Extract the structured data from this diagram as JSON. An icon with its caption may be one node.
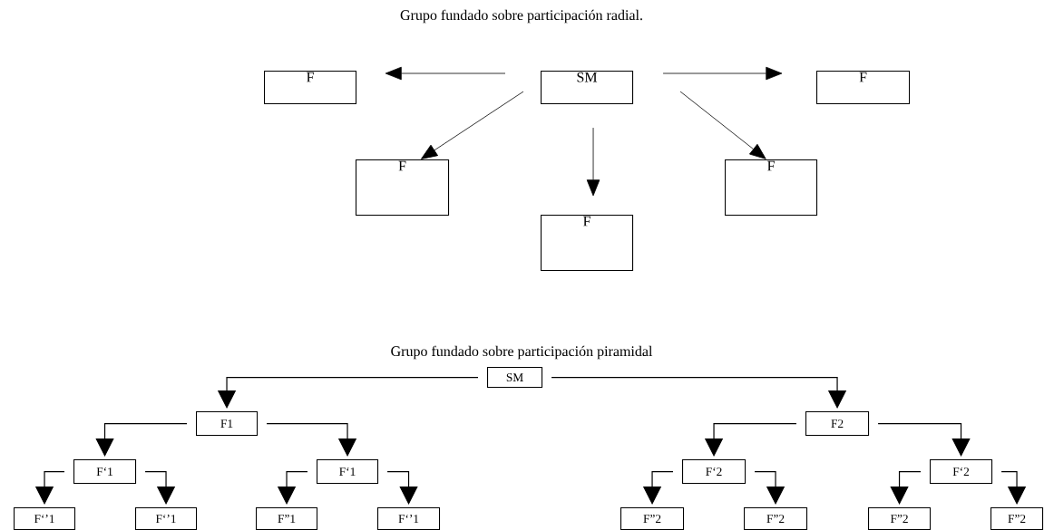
{
  "diagram": {
    "title": "Grupo fundado sobre participación radial.",
    "nodes": [
      {
        "text": [
          "F"
        ]
      },
      {
        "text": [
          "SM"
        ]
      },
      {
        "text": [
          "F"
        ]
      },
      {
        "text": [
          "F"
        ]
      },
      {
        "text": [
          "F"
        ]
      },
      {
        "text": [
          "F"
        ]
      },
      {
        "text": [
          "SM"
        ]
      },
      {
        "text": [
          "F1"
        ]
      },
      {
        "text": [
          "F2"
        ]
      },
      {
        "text": [
          "F‘1"
        ]
      },
      {
        "text": [
          "F‘1"
        ]
      },
      {
        "text": [
          "F‘2"
        ]
      },
      {
        "text": [
          "F‘2"
        ]
      },
      {
        "text": [
          "F‘’1"
        ]
      },
      {
        "text": [
          "F‘’1"
        ]
      },
      {
        "text": [
          "F”1"
        ]
      },
      {
        "text": [
          "F‘’1"
        ]
      },
      {
        "text": [
          "F”2"
        ]
      },
      {
        "text": [
          "F”2"
        ]
      },
      {
        "text": [
          "F”2"
        ]
      },
      {
        "text": [
          "F”2"
        ]
      }
    ],
    "edges": [
      {
        "from": 1,
        "to": 0,
        "arrow": "to"
      },
      {
        "from": 1,
        "to": 2,
        "arrow": "to"
      },
      {
        "from": 1,
        "to": 3,
        "arrow": "to"
      },
      {
        "from": 1,
        "to": 5,
        "arrow": "to"
      },
      {
        "from": 1,
        "to": 4,
        "arrow": "to"
      },
      {
        "from": 6,
        "to": 7,
        "arrow": "to"
      },
      {
        "from": 6,
        "to": 8,
        "arrow": "to"
      },
      {
        "from": 7,
        "to": 9,
        "arrow": "to"
      },
      {
        "from": 7,
        "to": 10,
        "arrow": "to"
      },
      {
        "from": 8,
        "to": 11,
        "arrow": "to"
      },
      {
        "from": 8,
        "to": 12,
        "arrow": "to"
      },
      {
        "from": 9,
        "to": 13,
        "arrow": "to"
      },
      {
        "from": 9,
        "to": 14,
        "arrow": "to"
      },
      {
        "from": 10,
        "to": 15,
        "arrow": "to"
      },
      {
        "from": 10,
        "to": 16,
        "arrow": "to"
      },
      {
        "from": 11,
        "to": 17,
        "arrow": "to"
      },
      {
        "from": 11,
        "to": 18,
        "arrow": "to"
      },
      {
        "from": 12,
        "to": 19,
        "arrow": "to"
      },
      {
        "from": 12,
        "to": 20,
        "arrow": "to"
      }
    ],
    "labels": [
      "Grupo fundado sobre participación piramidal"
    ]
  }
}
